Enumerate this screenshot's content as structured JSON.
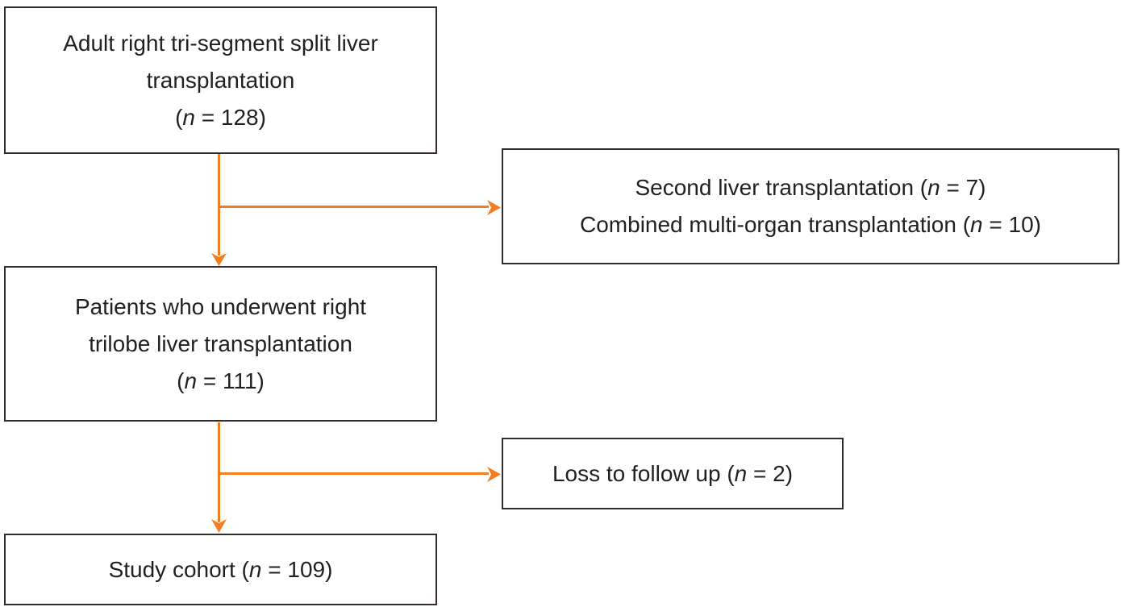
{
  "palette": {
    "arrow": "#f57d20",
    "border": "#332b2d",
    "text": "#231f20",
    "background": "#ffffff"
  },
  "boxes": {
    "source": {
      "lines": [
        [
          {
            "t": "Adult right tri-segment split liver"
          }
        ],
        [
          {
            "t": "transplantation"
          }
        ],
        [
          {
            "t": "("
          },
          {
            "t": "n",
            "i": true
          },
          {
            "t": " = 128)"
          }
        ]
      ]
    },
    "excluded": {
      "lines": [
        [
          {
            "t": "Second liver transplantation ("
          },
          {
            "t": "n",
            "i": true
          },
          {
            "t": " = 7)"
          }
        ],
        [
          {
            "t": "Combined multi-organ transplantation ("
          },
          {
            "t": "n",
            "i": true
          },
          {
            "t": " = 10)"
          }
        ]
      ]
    },
    "trilobe": {
      "lines": [
        [
          {
            "t": "Patients who underwent right"
          }
        ],
        [
          {
            "t": "trilobe liver transplantation"
          }
        ],
        [
          {
            "t": "("
          },
          {
            "t": "n",
            "i": true
          },
          {
            "t": " = 111)"
          }
        ]
      ]
    },
    "lost": {
      "lines": [
        [
          {
            "t": "Loss to follow up ("
          },
          {
            "t": "n",
            "i": true
          },
          {
            "t": " = 2)"
          }
        ]
      ]
    },
    "cohort": {
      "lines": [
        [
          {
            "t": "Study cohort ("
          },
          {
            "t": "n",
            "i": true
          },
          {
            "t": " = 109)"
          }
        ]
      ]
    }
  }
}
